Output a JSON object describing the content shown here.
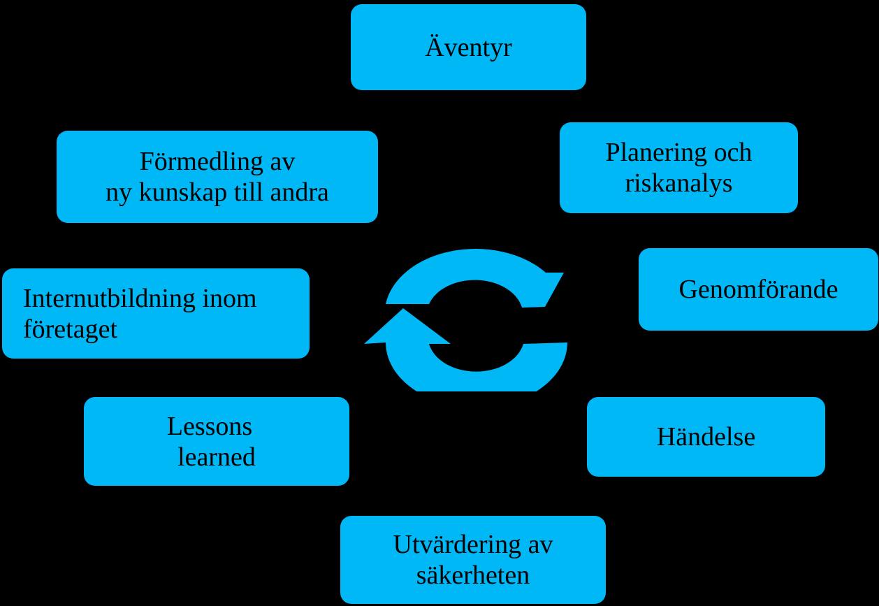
{
  "colors": {
    "background": "#000000",
    "node_fill": "#00b8f5",
    "text": "#000000"
  },
  "diagram": {
    "center_icon": "circular-arrows-icon",
    "nodes": [
      {
        "lines": [
          "Äventyr"
        ]
      },
      {
        "lines": [
          "Planering och",
          "riskanalys"
        ]
      },
      {
        "lines": [
          "Genomförande"
        ]
      },
      {
        "lines": [
          "Händelse"
        ]
      },
      {
        "lines": [
          "Utvärdering av",
          "säkerheten"
        ]
      },
      {
        "lines": [
          "Lessons",
          "learned"
        ]
      },
      {
        "lines": [
          "Internutbildning inom",
          "företaget"
        ]
      },
      {
        "lines": [
          "Förmedling av",
          "ny kunskap till andra"
        ]
      }
    ]
  }
}
